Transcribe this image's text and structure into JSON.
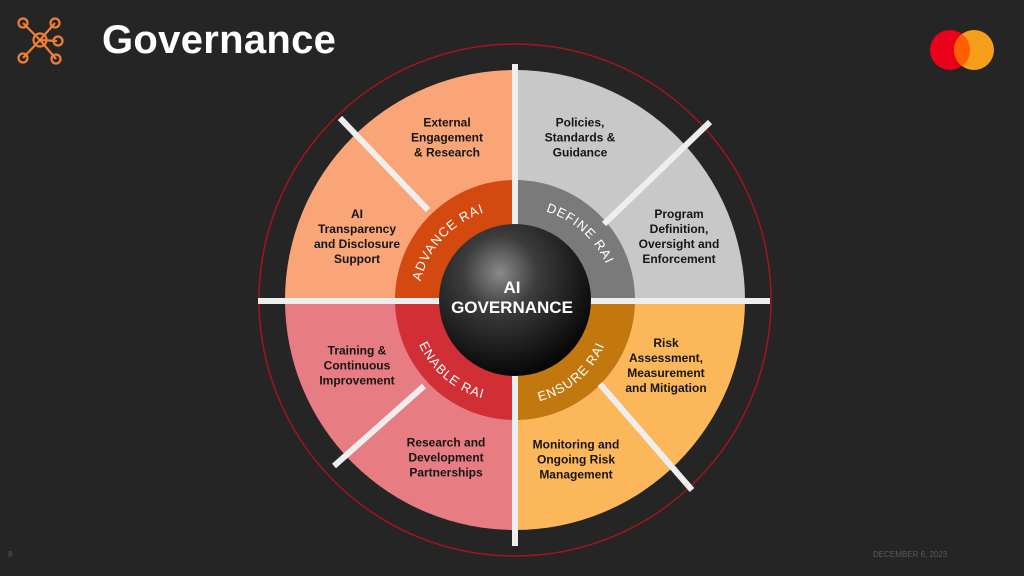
{
  "slide": {
    "title": "Governance",
    "page_number": "8",
    "date": "DECEMBER 6, 2023"
  },
  "icons": {
    "header_icon": "network-nodes-icon",
    "logo": "mastercard-logo"
  },
  "colors": {
    "background": "#252525",
    "orange_segment": "#f9a577",
    "gray_segment": "#c8c8c8",
    "pink_segment": "#e77c82",
    "yellow_segment": "#fbb75a",
    "advance_band": "#d4490f",
    "define_band": "#7a7a7a",
    "enable_band": "#d02f36",
    "ensure_band": "#c2780e",
    "outer_ring": "#a3141b",
    "logo_red": "#eb001b",
    "logo_orange": "#f79e1b",
    "icon_orange": "#f07f34"
  },
  "diagram": {
    "center": {
      "line1": "AI",
      "line2": "GOVERNANCE"
    },
    "bands": {
      "advance": "ADVANCE RAI",
      "define": "DEFINE RAI",
      "enable": "ENABLE RAI",
      "ensure": "ENSURE RAI"
    },
    "segments": {
      "external": "External\nEngagement\n& Research",
      "policies": "Policies,\nStandards &\nGuidance",
      "transparency": "AI\nTransparency\nand Disclosure\nSupport",
      "program": "Program\nDefinition,\nOversight and\nEnforcement",
      "training": "Training &\nContinuous\nImprovement",
      "risk_assessment": "Risk\nAssessment,\nMeasurement\nand Mitigation",
      "research": "Research and\nDevelopment\nPartnerships",
      "monitoring": "Monitoring and\nOngoing Risk\nManagement"
    }
  }
}
